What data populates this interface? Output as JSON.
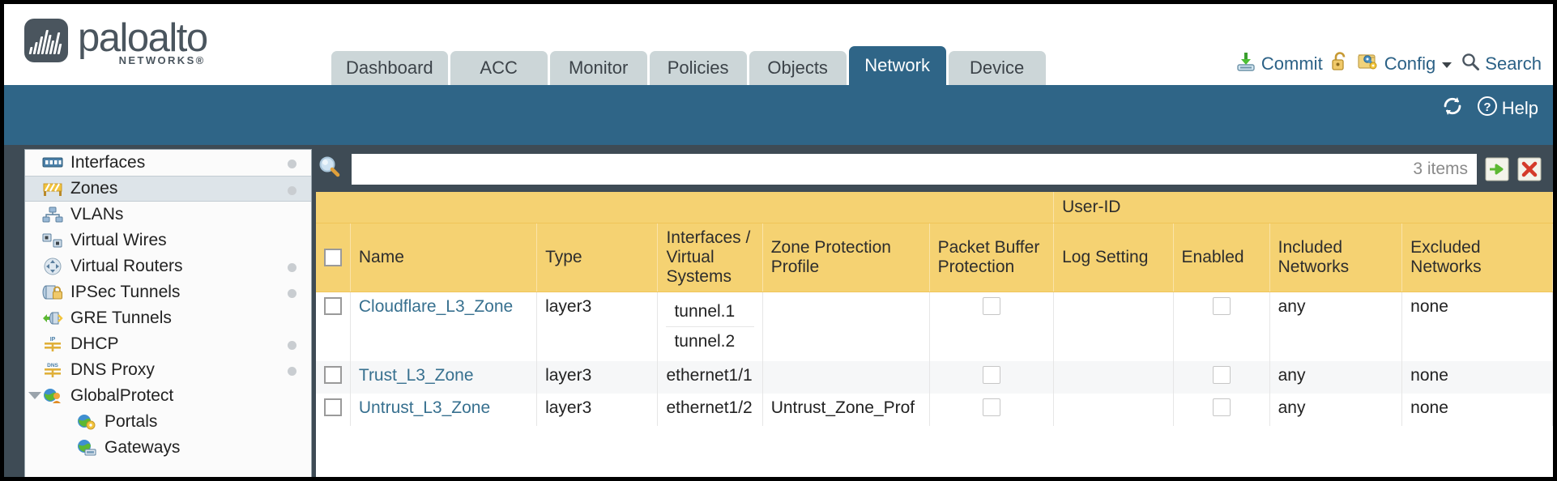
{
  "brand": {
    "word": "paloalto",
    "sub": "NETWORKS®"
  },
  "tabs": [
    {
      "label": "Dashboard",
      "active": false
    },
    {
      "label": "ACC",
      "active": false
    },
    {
      "label": "Monitor",
      "active": false
    },
    {
      "label": "Policies",
      "active": false
    },
    {
      "label": "Objects",
      "active": false
    },
    {
      "label": "Network",
      "active": true
    },
    {
      "label": "Device",
      "active": false
    }
  ],
  "top_actions": {
    "commit": "Commit",
    "config": "Config",
    "search": "Search",
    "lock_icon": "unlock-icon",
    "commit_icon": "commit-icon",
    "config_icon": "config-icon",
    "search_icon": "search-icon",
    "caret_icon": "chevron-down-icon"
  },
  "band": {
    "refresh_icon": "refresh-icon",
    "help_icon": "help-icon",
    "help": "Help"
  },
  "sidebar": {
    "items": [
      {
        "label": "Interfaces",
        "icon": "interfaces-icon",
        "dot": true,
        "child": false,
        "selected": false,
        "caret": false
      },
      {
        "label": "Zones",
        "icon": "zones-icon",
        "dot": true,
        "child": false,
        "selected": true,
        "caret": false
      },
      {
        "label": "VLANs",
        "icon": "vlans-icon",
        "dot": false,
        "child": false,
        "selected": false,
        "caret": false
      },
      {
        "label": "Virtual Wires",
        "icon": "virtual-wires-icon",
        "dot": false,
        "child": false,
        "selected": false,
        "caret": false
      },
      {
        "label": "Virtual Routers",
        "icon": "virtual-routers-icon",
        "dot": true,
        "child": false,
        "selected": false,
        "caret": false
      },
      {
        "label": "IPSec Tunnels",
        "icon": "ipsec-tunnels-icon",
        "dot": true,
        "child": false,
        "selected": false,
        "caret": false
      },
      {
        "label": "GRE Tunnels",
        "icon": "gre-tunnels-icon",
        "dot": false,
        "child": false,
        "selected": false,
        "caret": false
      },
      {
        "label": "DHCP",
        "icon": "dhcp-icon",
        "dot": true,
        "child": false,
        "selected": false,
        "caret": false
      },
      {
        "label": "DNS Proxy",
        "icon": "dns-proxy-icon",
        "dot": true,
        "child": false,
        "selected": false,
        "caret": false
      },
      {
        "label": "GlobalProtect",
        "icon": "globalprotect-icon",
        "dot": false,
        "child": false,
        "selected": false,
        "caret": true
      },
      {
        "label": "Portals",
        "icon": "portals-icon",
        "dot": false,
        "child": true,
        "selected": false,
        "caret": false
      },
      {
        "label": "Gateways",
        "icon": "gateways-icon",
        "dot": false,
        "child": true,
        "selected": false,
        "caret": false
      }
    ]
  },
  "search": {
    "value": "",
    "placeholder": "",
    "item_count": "3 items",
    "icon": "search-icon",
    "go_icon": "arrow-right-icon",
    "clear_icon": "close-icon"
  },
  "table": {
    "group_header": "User-ID",
    "columns": [
      "Name",
      "Type",
      "Interfaces / Virtual Systems",
      "Zone Protection Profile",
      "Packet Buffer Protection",
      "Log Setting",
      "Enabled",
      "Included Networks",
      "Excluded Networks"
    ],
    "rows": [
      {
        "name": "Cloudflare_L3_Zone",
        "type": "layer3",
        "interfaces": [
          "tunnel.1",
          "tunnel.2"
        ],
        "zone_protection_profile": "",
        "packet_buffer_protection": false,
        "log_setting": "",
        "userid_enabled": false,
        "included_networks": "any",
        "excluded_networks": "none",
        "selected": false,
        "alt": false
      },
      {
        "name": "Trust_L3_Zone",
        "type": "layer3",
        "interfaces": [
          "ethernet1/1"
        ],
        "zone_protection_profile": "",
        "packet_buffer_protection": false,
        "log_setting": "",
        "userid_enabled": false,
        "included_networks": "any",
        "excluded_networks": "none",
        "selected": false,
        "alt": true
      },
      {
        "name": "Untrust_L3_Zone",
        "type": "layer3",
        "interfaces": [
          "ethernet1/2"
        ],
        "zone_protection_profile": "Untrust_Zone_Prof",
        "packet_buffer_protection": false,
        "log_setting": "",
        "userid_enabled": false,
        "included_networks": "any",
        "excluded_networks": "none",
        "selected": false,
        "alt": false
      }
    ]
  },
  "colors": {
    "brand_blue": "#2f6587",
    "band_blue": "#2f6587",
    "body_slate": "#3e4b55",
    "table_header": "#f5d272",
    "group_header": "#dfae3f",
    "link": "#37708f",
    "tab_inactive": "#ccd6d8"
  }
}
